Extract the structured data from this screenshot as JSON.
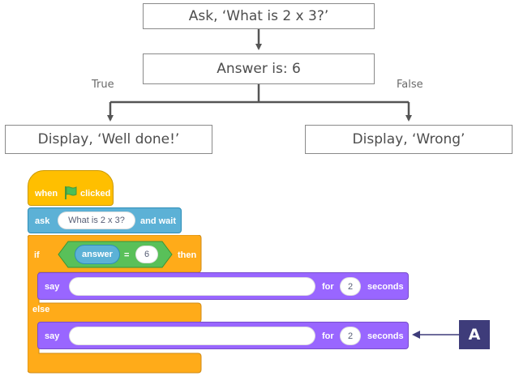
{
  "flowchart": {
    "question_box": "Ask, ‘What is 2 x 3?’",
    "decision_box": "Answer is: 6",
    "true_label": "True",
    "false_label": "False",
    "true_box": "Display, ‘Well done!’",
    "false_box": "Display, ‘Wrong’"
  },
  "scratch": {
    "hat": {
      "when": "when",
      "flag_icon": "green-flag-icon",
      "clicked": "clicked"
    },
    "ask": {
      "keyword": "ask",
      "question": "What is 2 x 3?",
      "suffix": "and wait"
    },
    "if_block": {
      "if": "if",
      "variable": "answer",
      "operator": "=",
      "value": "6",
      "then": "then",
      "else": "else"
    },
    "say_true": {
      "keyword": "say",
      "message": "",
      "for": "for",
      "seconds_value": "2",
      "seconds": "seconds"
    },
    "say_false": {
      "keyword": "say",
      "message": "",
      "for": "for",
      "seconds_value": "2",
      "seconds": "seconds"
    },
    "colors": {
      "events": "#FFBF00",
      "sensing": "#5CB1D6",
      "control": "#FFAB19",
      "operators": "#59C059",
      "looks": "#9966FF"
    }
  },
  "callout": {
    "label": "A"
  }
}
